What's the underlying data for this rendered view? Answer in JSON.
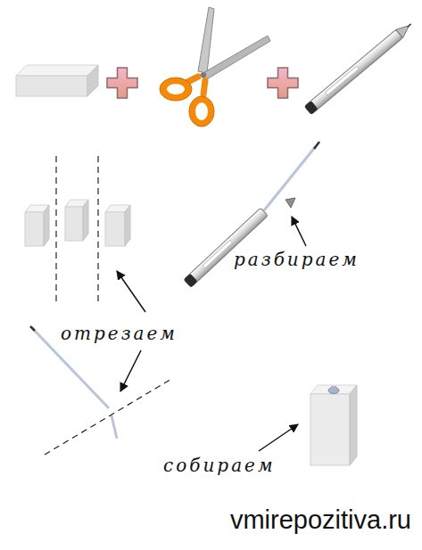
{
  "diagram": {
    "labels": [
      "разбираем",
      "отрезаем",
      "собираем",
      "vmirepozitiva.ru"
    ]
  }
}
